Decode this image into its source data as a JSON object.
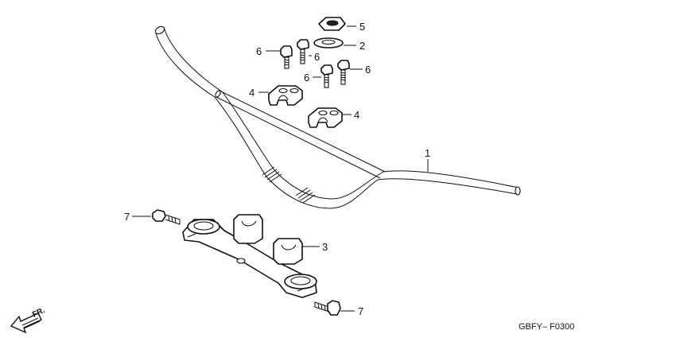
{
  "diagram": {
    "code": "GBFY– F0300",
    "front_label": "FR.",
    "callouts": {
      "handlebar": "1",
      "washer": "2",
      "lower_holder": "3",
      "upper_holder_a": "4",
      "upper_holder_b": "4",
      "cap": "5",
      "bolt_a": "6",
      "bolt_b": "6",
      "bolt_c": "6",
      "bolt_d": "6",
      "clamp_bolt_top": "7",
      "clamp_bolt_bottom": "7"
    }
  }
}
